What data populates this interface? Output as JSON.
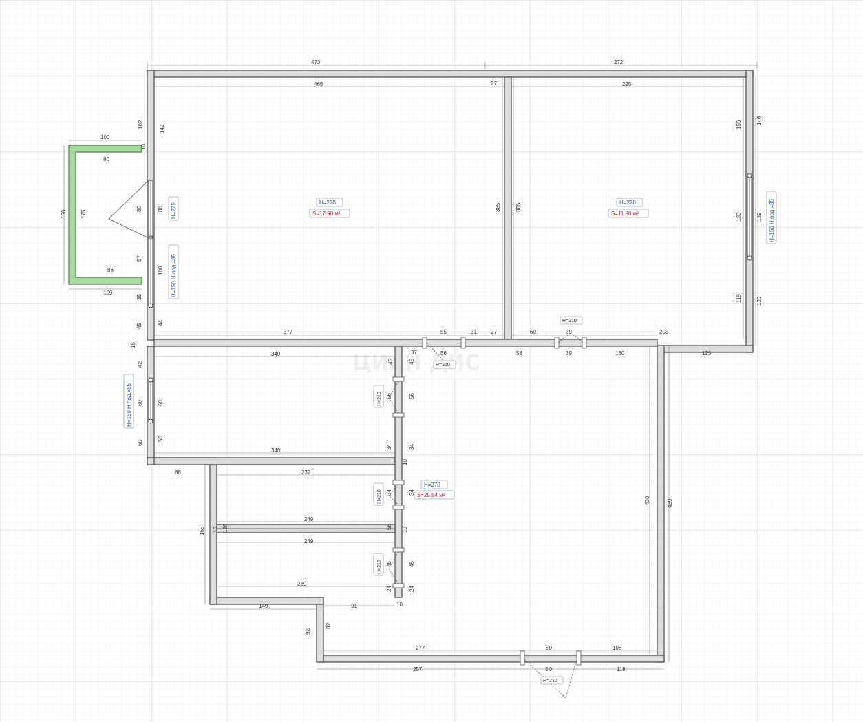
{
  "watermark": "ЦИАН ДИС",
  "colors": {
    "wall": "#444444",
    "wall_fill": "#dcdcdc",
    "grid": "#dfe4ea",
    "balcony": "#3d8a36",
    "height_text": "#1f4bb0",
    "area_text": "#c2191f"
  },
  "rooms": [
    {
      "id": "room1",
      "height": "H=270",
      "area": "S=17.90 м²"
    },
    {
      "id": "room2",
      "height": "H=270",
      "area": "S=11.90 м²"
    },
    {
      "id": "corridor",
      "height": "H=270",
      "area": "S=25.54 м²"
    }
  ],
  "windows": [
    {
      "id": "win-left-upper",
      "label": "H=225"
    },
    {
      "id": "win-left-mid",
      "label": "H=150  H под.=85"
    },
    {
      "id": "win-left-lower",
      "label": "H=150  H под.=85"
    },
    {
      "id": "win-right",
      "label": "H=150  H под.=85"
    }
  ],
  "doors": [
    {
      "id": "door-room2",
      "label": "H=210"
    },
    {
      "id": "door-room1",
      "label": "H=210"
    },
    {
      "id": "door-closet1",
      "label": "H=210"
    },
    {
      "id": "door-closet2",
      "label": "H=210"
    },
    {
      "id": "door-closet3",
      "label": "H=210"
    },
    {
      "id": "door-entry",
      "label": "H=210"
    }
  ],
  "dimensions": {
    "top_left": "473",
    "top_right": "272",
    "r1_top": "465",
    "r2_top": "225",
    "top_27": "27",
    "r1_h_right": "385",
    "r2_h_left": "385",
    "r1_bottom": "377",
    "d55": "55",
    "d31": "31",
    "d27": "27",
    "d60": "60",
    "d39": "39",
    "d203": "203",
    "left_102": "102",
    "left_142": "142",
    "left_80": "80",
    "left_80b": "80",
    "left_57": "57",
    "left_100": "100",
    "left_35": "35",
    "left_45": "45",
    "left_44": "44",
    "left_10": "10",
    "balc_100": "100",
    "balc_80": "80",
    "balc_156": "156",
    "balc_175": "175",
    "balc_86": "86",
    "balc_109": "109",
    "r2_156": "156",
    "r2_146": "146",
    "r2_130": "130",
    "r2_139": "139",
    "r2_119": "119",
    "r2_120": "120",
    "mid_58": "58",
    "mid_39": "39",
    "mid_160": "160",
    "mid_123": "123",
    "c1_340": "340",
    "c1_340b": "340",
    "c1_42": "42",
    "c1_60": "60",
    "c1_60b": "60",
    "c1_50": "50",
    "c1_60c": "60",
    "c1_15": "15",
    "c1_45": "45",
    "c1_45b": "45",
    "c1_37": "37",
    "c1_56": "56",
    "c1_56b": "56",
    "c1_56c": "56",
    "c2_88": "88",
    "c2_232": "232",
    "c2_34": "34",
    "c2_34b": "34",
    "c2_10": "10",
    "c2_34c": "34",
    "c2_34d": "34",
    "c3_249": "249",
    "c3_249b": "249",
    "c3_10": "10",
    "c3_126": "126",
    "c3_56": "56",
    "c3_10b": "10",
    "c4_239": "239",
    "c4_45": "45",
    "c4_45b": "45",
    "c4_24": "24",
    "c4_24b": "24",
    "c4_10": "10",
    "c4_165": "165",
    "bot_149": "149",
    "bot_91": "91",
    "bot_92": "92",
    "bot_82": "82",
    "bot_277": "277",
    "bot_257": "257",
    "bot_80": "80",
    "bot_80b": "80",
    "bot_108": "108",
    "bot_118": "118",
    "right_430": "430",
    "right_439": "439"
  }
}
